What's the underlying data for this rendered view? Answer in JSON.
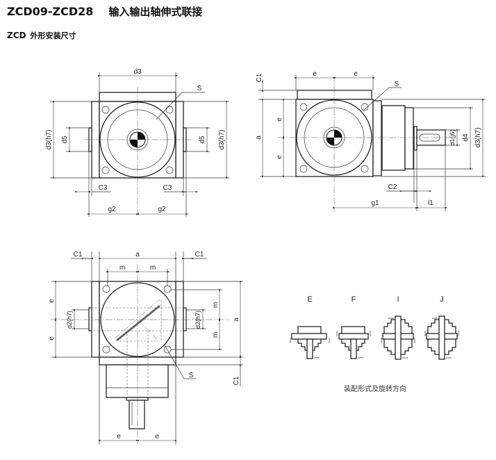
{
  "header": {
    "model": "ZCD09-ZCD28",
    "title_cn": "输入输出轴伸式联接"
  },
  "subheader": {
    "series": "ZCD",
    "title_cn": "外形安装尺寸"
  },
  "view1": {
    "d3": "d3",
    "s": "S",
    "d3h7": "d3(h7)",
    "d5": "d5",
    "c3": "C3",
    "g2": "g2"
  },
  "view2": {
    "c1": "C1",
    "e": "e",
    "s": "S",
    "a": "a",
    "d1j6": "d1(j6)",
    "d4": "d4",
    "d3h7": "d3(h7)",
    "c2": "C2",
    "g1": "g1",
    "l1": "l1"
  },
  "view3": {
    "c1": "C1",
    "a": "a",
    "m": "m",
    "e": "e",
    "d2h7": "d2(h7)",
    "s": "S"
  },
  "assembly": {
    "forms": [
      "E",
      "F",
      "I",
      "J"
    ],
    "caption": "装配形式及旋转方向"
  }
}
